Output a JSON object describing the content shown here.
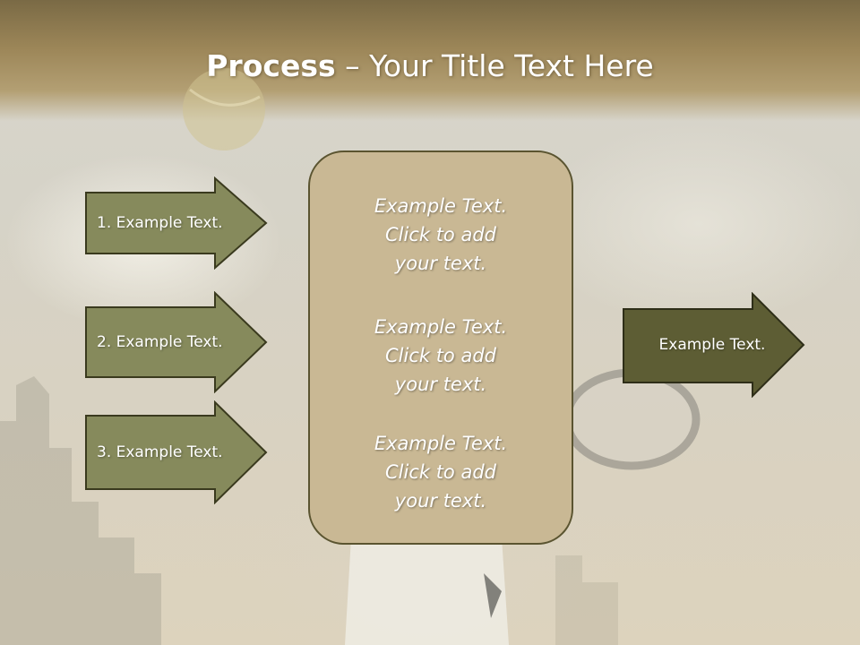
{
  "title": {
    "bold": "Process",
    "rest": " – Your Title Text Here"
  },
  "left_arrows": [
    {
      "label": "1. Example Text."
    },
    {
      "label": "2. Example Text."
    },
    {
      "label": "3. Example Text."
    }
  ],
  "center_box": {
    "paragraphs": [
      {
        "lines": [
          "Example Text.",
          "Click  to add",
          "your text."
        ]
      },
      {
        "lines": [
          "Example Text.",
          "Click  to add",
          "your text."
        ]
      },
      {
        "lines": [
          "Example Text.",
          "Click  to add",
          "your text."
        ]
      }
    ]
  },
  "right_arrow": {
    "label": "Example Text."
  },
  "colors": {
    "left_arrow_fill": "#868a5c",
    "right_arrow_fill": "#5d5d34",
    "arrow_border": "#3a3a1e",
    "box_fill": "#c9b894",
    "title_band": "#9c8658"
  }
}
